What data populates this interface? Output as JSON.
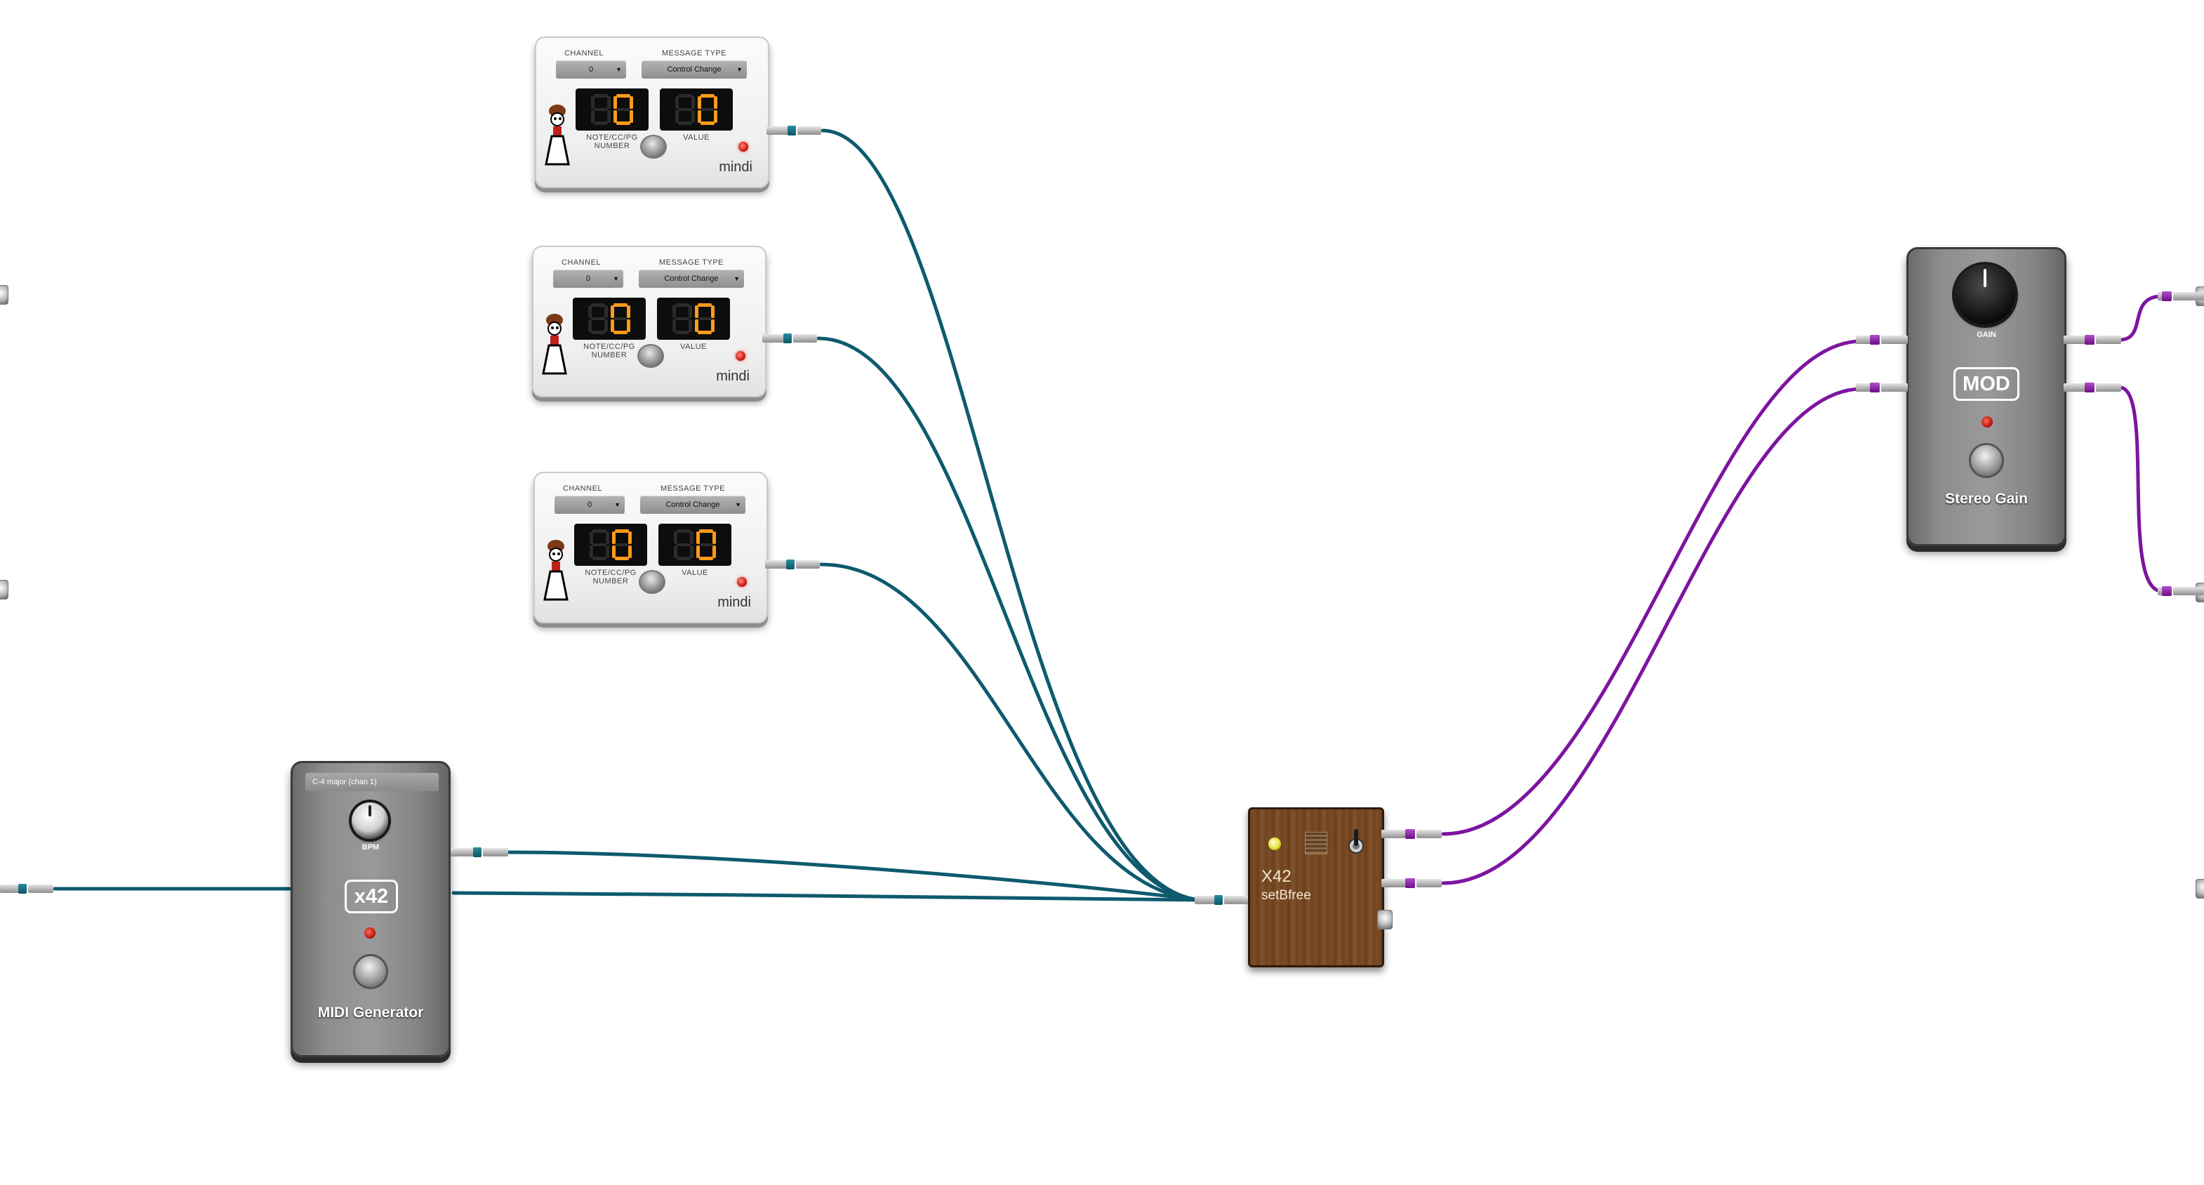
{
  "mindi": {
    "channel_label": "CHANNEL",
    "message_type_label": "MESSAGE TYPE",
    "number_label": "NOTE/CC/PG\nNUMBER",
    "value_label": "VALUE",
    "brand": "mindi",
    "units": [
      {
        "channel": "0",
        "message_type": "Control Change",
        "number_display": "0",
        "value_display": "0"
      },
      {
        "channel": "0",
        "message_type": "Control Change",
        "number_display": "0",
        "value_display": "0"
      },
      {
        "channel": "0",
        "message_type": "Control Change",
        "number_display": "0",
        "value_display": "0"
      }
    ]
  },
  "midi_generator": {
    "preset": "C-4 major (chan 1)",
    "knob_label": "BPM",
    "badge": "x42",
    "title": "MIDI Generator"
  },
  "setbfree": {
    "brand": "X42",
    "name": "setBfree"
  },
  "stereo_gain": {
    "knob_label": "GAIN",
    "badge": "MOD",
    "title": "Stereo Gain"
  },
  "colors": {
    "midi_cable": "#0e5a6e",
    "audio_cable": "#7d14a0",
    "led_red": "#d01a10",
    "led_yellow": "#e6e23a",
    "digit_on": "#ff9a1a"
  },
  "icons": [
    "chevron-down-icon",
    "mascot-icon",
    "footswitch-icon",
    "knob-icon",
    "toggle-switch-icon",
    "jack-icon"
  ]
}
